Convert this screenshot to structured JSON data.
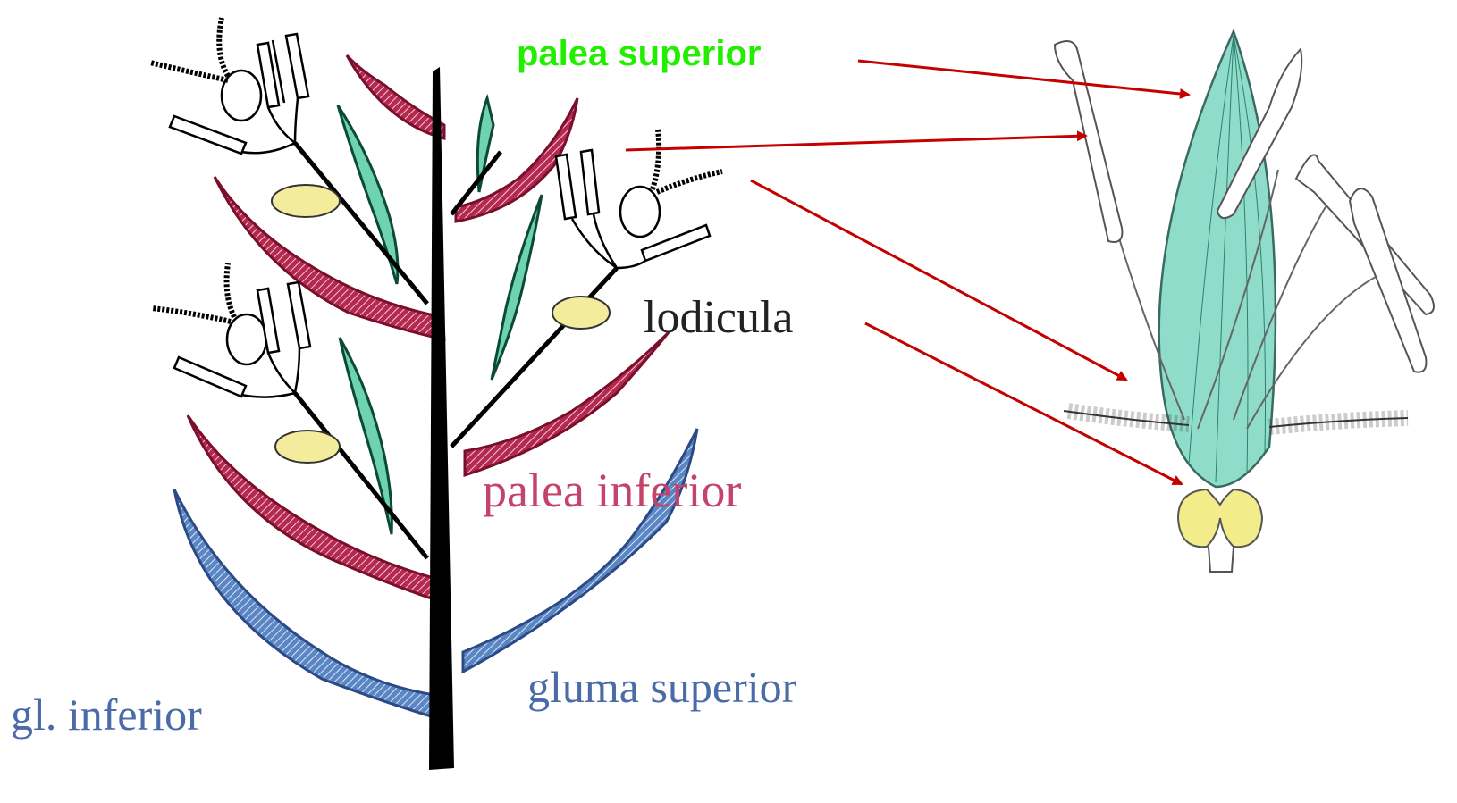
{
  "labels": {
    "palea_superior": "palea superior",
    "lodicula": "lodicula",
    "palea_inferior": "palea inferior",
    "gluma_superior": "gluma superior",
    "gl_inferior": "gl. inferior"
  },
  "colors": {
    "palea_superior": "#22ee00",
    "lodicula": "#222222",
    "palea_inferior": "#c4436a",
    "gluma_superior": "#4a6aa8",
    "gl_inferior": "#4a6aa8",
    "arrow": "#c40000",
    "axis": "#000000",
    "palea_inferior_fill": "#b3294f",
    "palea_superior_fill": "#6fd3b2",
    "glume_fill": "#5b86c4",
    "lodicule_fill": "#f2ec9c"
  },
  "icons": {
    "arrowheads": "arrowhead-icon",
    "stigma": "feathery-stigma-icon",
    "anther": "anther-icon",
    "ovary": "ovary-icon"
  }
}
